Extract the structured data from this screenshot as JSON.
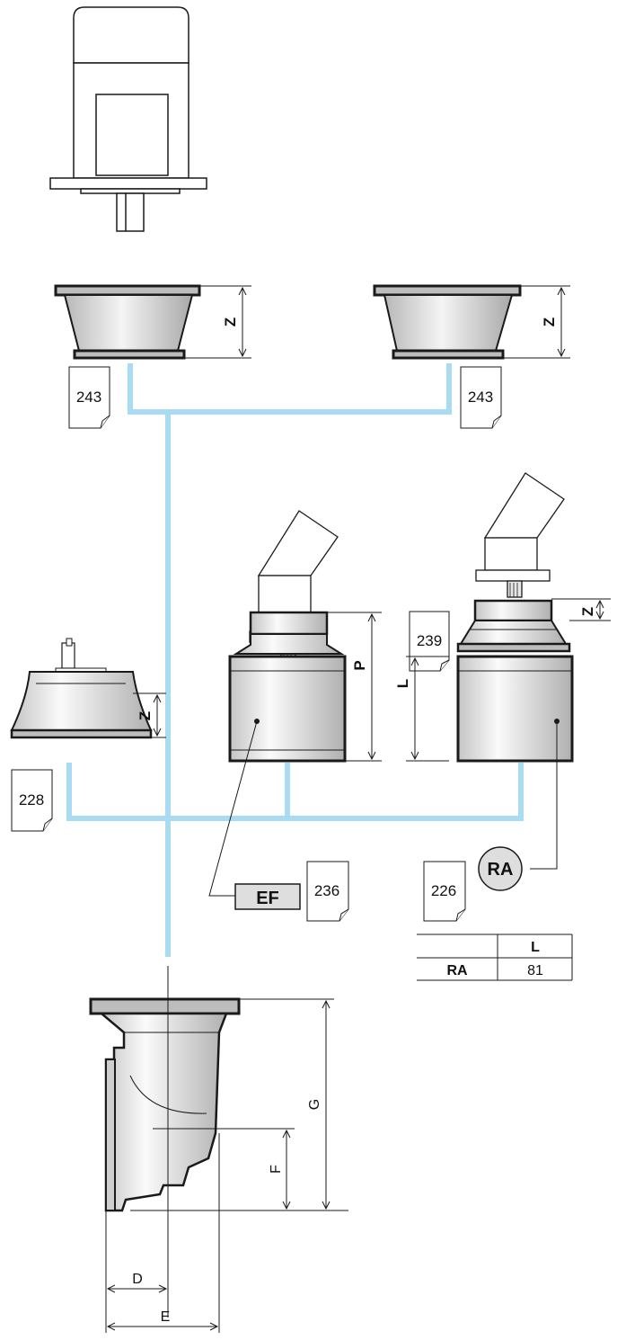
{
  "dimensions": {
    "z1": "Z",
    "z2": "Z",
    "z3": "Z",
    "z4": "Z",
    "p": "P",
    "l": "L",
    "g": "G",
    "f": "F",
    "d": "D",
    "e": "E"
  },
  "page_refs": {
    "flange_left": "243",
    "flange_right": "243",
    "motor_adapter": "228",
    "ef_adapter": "236",
    "small_adapter": "239",
    "ra_spacer": "226"
  },
  "tags": {
    "ef": "EF",
    "ra": "RA"
  },
  "table": {
    "header": [
      "",
      "L"
    ],
    "rows": [
      [
        "RA",
        "81"
      ]
    ]
  },
  "colors": {
    "connector": "#a9dcf2",
    "part_fill": "#d8d8d8",
    "outline": "#1a1a1a"
  }
}
